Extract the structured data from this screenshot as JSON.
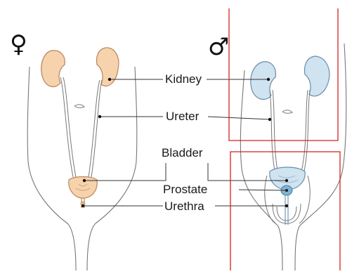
{
  "symbols": {
    "female": "♀",
    "male": "♂"
  },
  "labels": {
    "kidney": "Kidney",
    "ureter": "Ureter",
    "bladder": "Bladder",
    "prostate": "Prostate",
    "urethra": "Urethra"
  },
  "colors": {
    "female_organ_fill": "#f6d2ad",
    "female_organ_stroke": "#b9875a",
    "male_organ_fill": "#cfe3f1",
    "male_organ_stroke": "#6c8ea6",
    "prostate_fill": "#7fb3d6",
    "highlight_box": "#d62020",
    "outline": "#555555"
  }
}
